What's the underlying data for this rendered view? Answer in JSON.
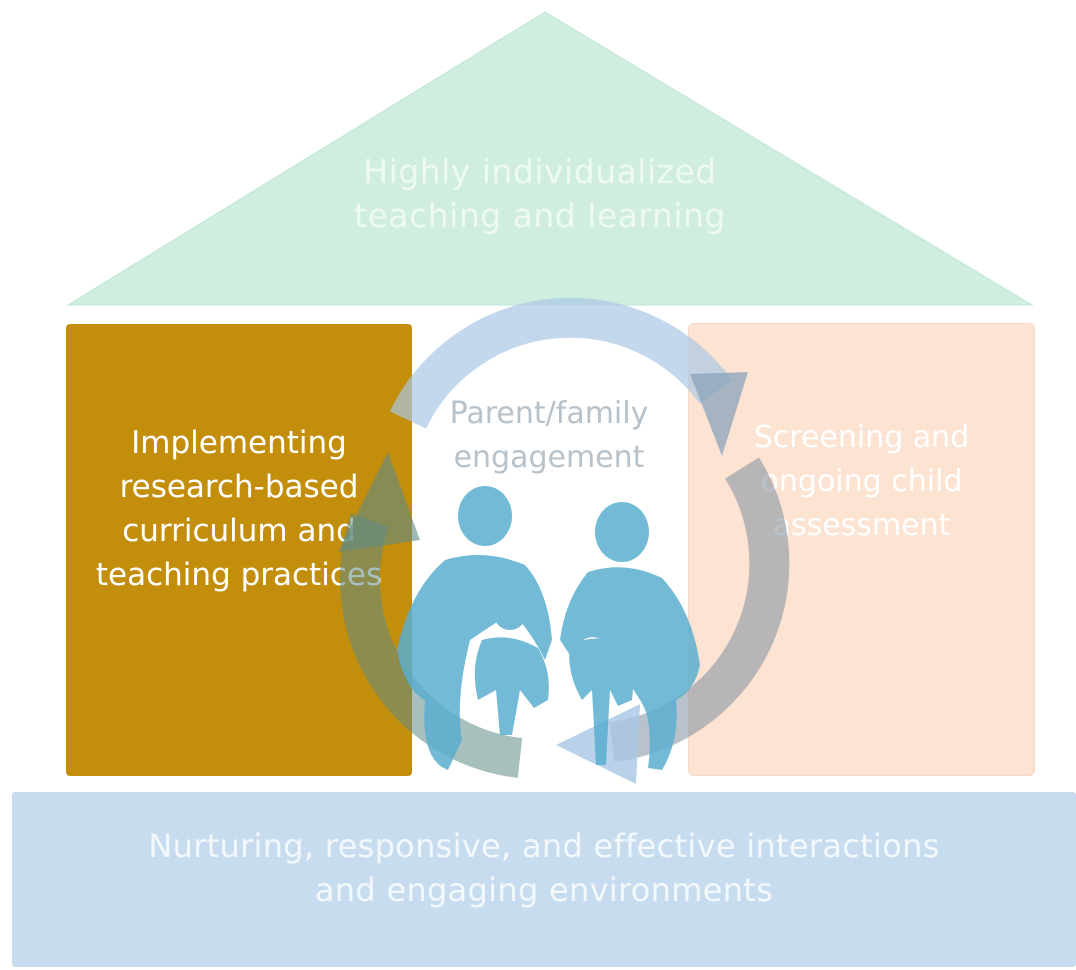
{
  "roof": {
    "line1": "Highly individualized",
    "line2": "teaching and learning",
    "color": "#cfeee0"
  },
  "left_pillar": {
    "lines": [
      "Implementing",
      "research-based",
      "curriculum and",
      "teaching practices"
    ],
    "color": "#c38e0c"
  },
  "right_pillar": {
    "lines": [
      "Screening and",
      "ongoing child",
      "assessment"
    ],
    "color": "#fde3d2"
  },
  "base": {
    "line1": "Nurturing, responsive, and effective interactions",
    "line2": "and engaging environments",
    "color": "#c7dcef"
  },
  "center": {
    "line1": "Parent/family",
    "line2": "engagement",
    "figure_icon": "family-icon",
    "cycle_icon": "circular-arrows-icon",
    "figure_color": "#5aaed0"
  }
}
